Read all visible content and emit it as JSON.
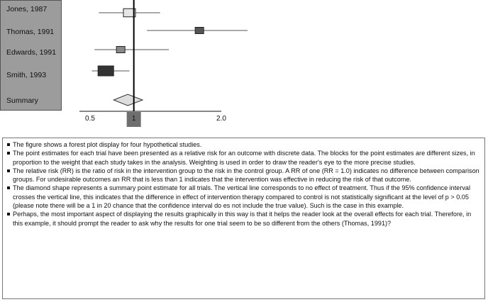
{
  "chart_data": {
    "type": "forest",
    "xlim": [
      0.5,
      2.0
    ],
    "ticks": [
      {
        "value": 0.5,
        "label": "0.5"
      },
      {
        "value": 1.0,
        "label": "1"
      },
      {
        "value": 2.0,
        "label": "2.0"
      }
    ],
    "reference_line": 1.0,
    "studies": [
      {
        "name": "Jones, 1987",
        "estimate": 0.95,
        "ci": [
          0.6,
          1.3
        ],
        "weight": 0.55,
        "fill": "#e6e6e6"
      },
      {
        "name": "Thomas, 1991",
        "estimate": 1.75,
        "ci": [
          1.15,
          2.3
        ],
        "weight": 0.3,
        "fill": "#555555"
      },
      {
        "name": "Edwards, 1991",
        "estimate": 0.85,
        "ci": [
          0.55,
          1.4
        ],
        "weight": 0.3,
        "fill": "#888888"
      },
      {
        "name": "Smith, 1993",
        "estimate": 0.68,
        "ci": [
          0.52,
          0.95
        ],
        "weight": 0.8,
        "fill": "#333333"
      }
    ],
    "summary": {
      "name": "Summary",
      "estimate": 0.93,
      "ci": [
        0.77,
        1.1
      ],
      "fill": "#dddddd"
    }
  },
  "notes": [
    "The figure shows a forest plot display for four hypothetical studies.",
    "The point estimates for each trial have been presented as a relative risk for an outcome with discrete data. The blocks for the point estimates are different sizes, in proportion to the weight that each study takes in the analysis. Weighting is used in order to draw the reader's eye to the more precise studies.",
    "The relative risk (RR) is the ratio of risk in the intervention group to the risk in the control group. A RR of one (RR = 1.0) indicates no difference between comparison groups. For undesirable outcomes an RR that is less than 1 indicates that the intervention was effective in reducing the risk of that outcome.",
    "The diamond shape represents a summary point estimate for all trials. The vertical line corresponds to no effect of treatment. Thus if the 95% confidence interval crosses the vertical line, this indicates that the difference in effect of intervention therapy compared to control is not statistically significant at the level of p > 0.05 (please note there will be a 1 in 20 chance that the confidence interval do es not include the true value). Such is the case in this example.",
    "Perhaps, the most important aspect of displaying the results graphically in this way is that it helps the reader look at the overall effects for each trial. Therefore, in this example, it should prompt the reader to ask why the results for one trial seem to be so different from the others (Thomas, 1991)?"
  ]
}
